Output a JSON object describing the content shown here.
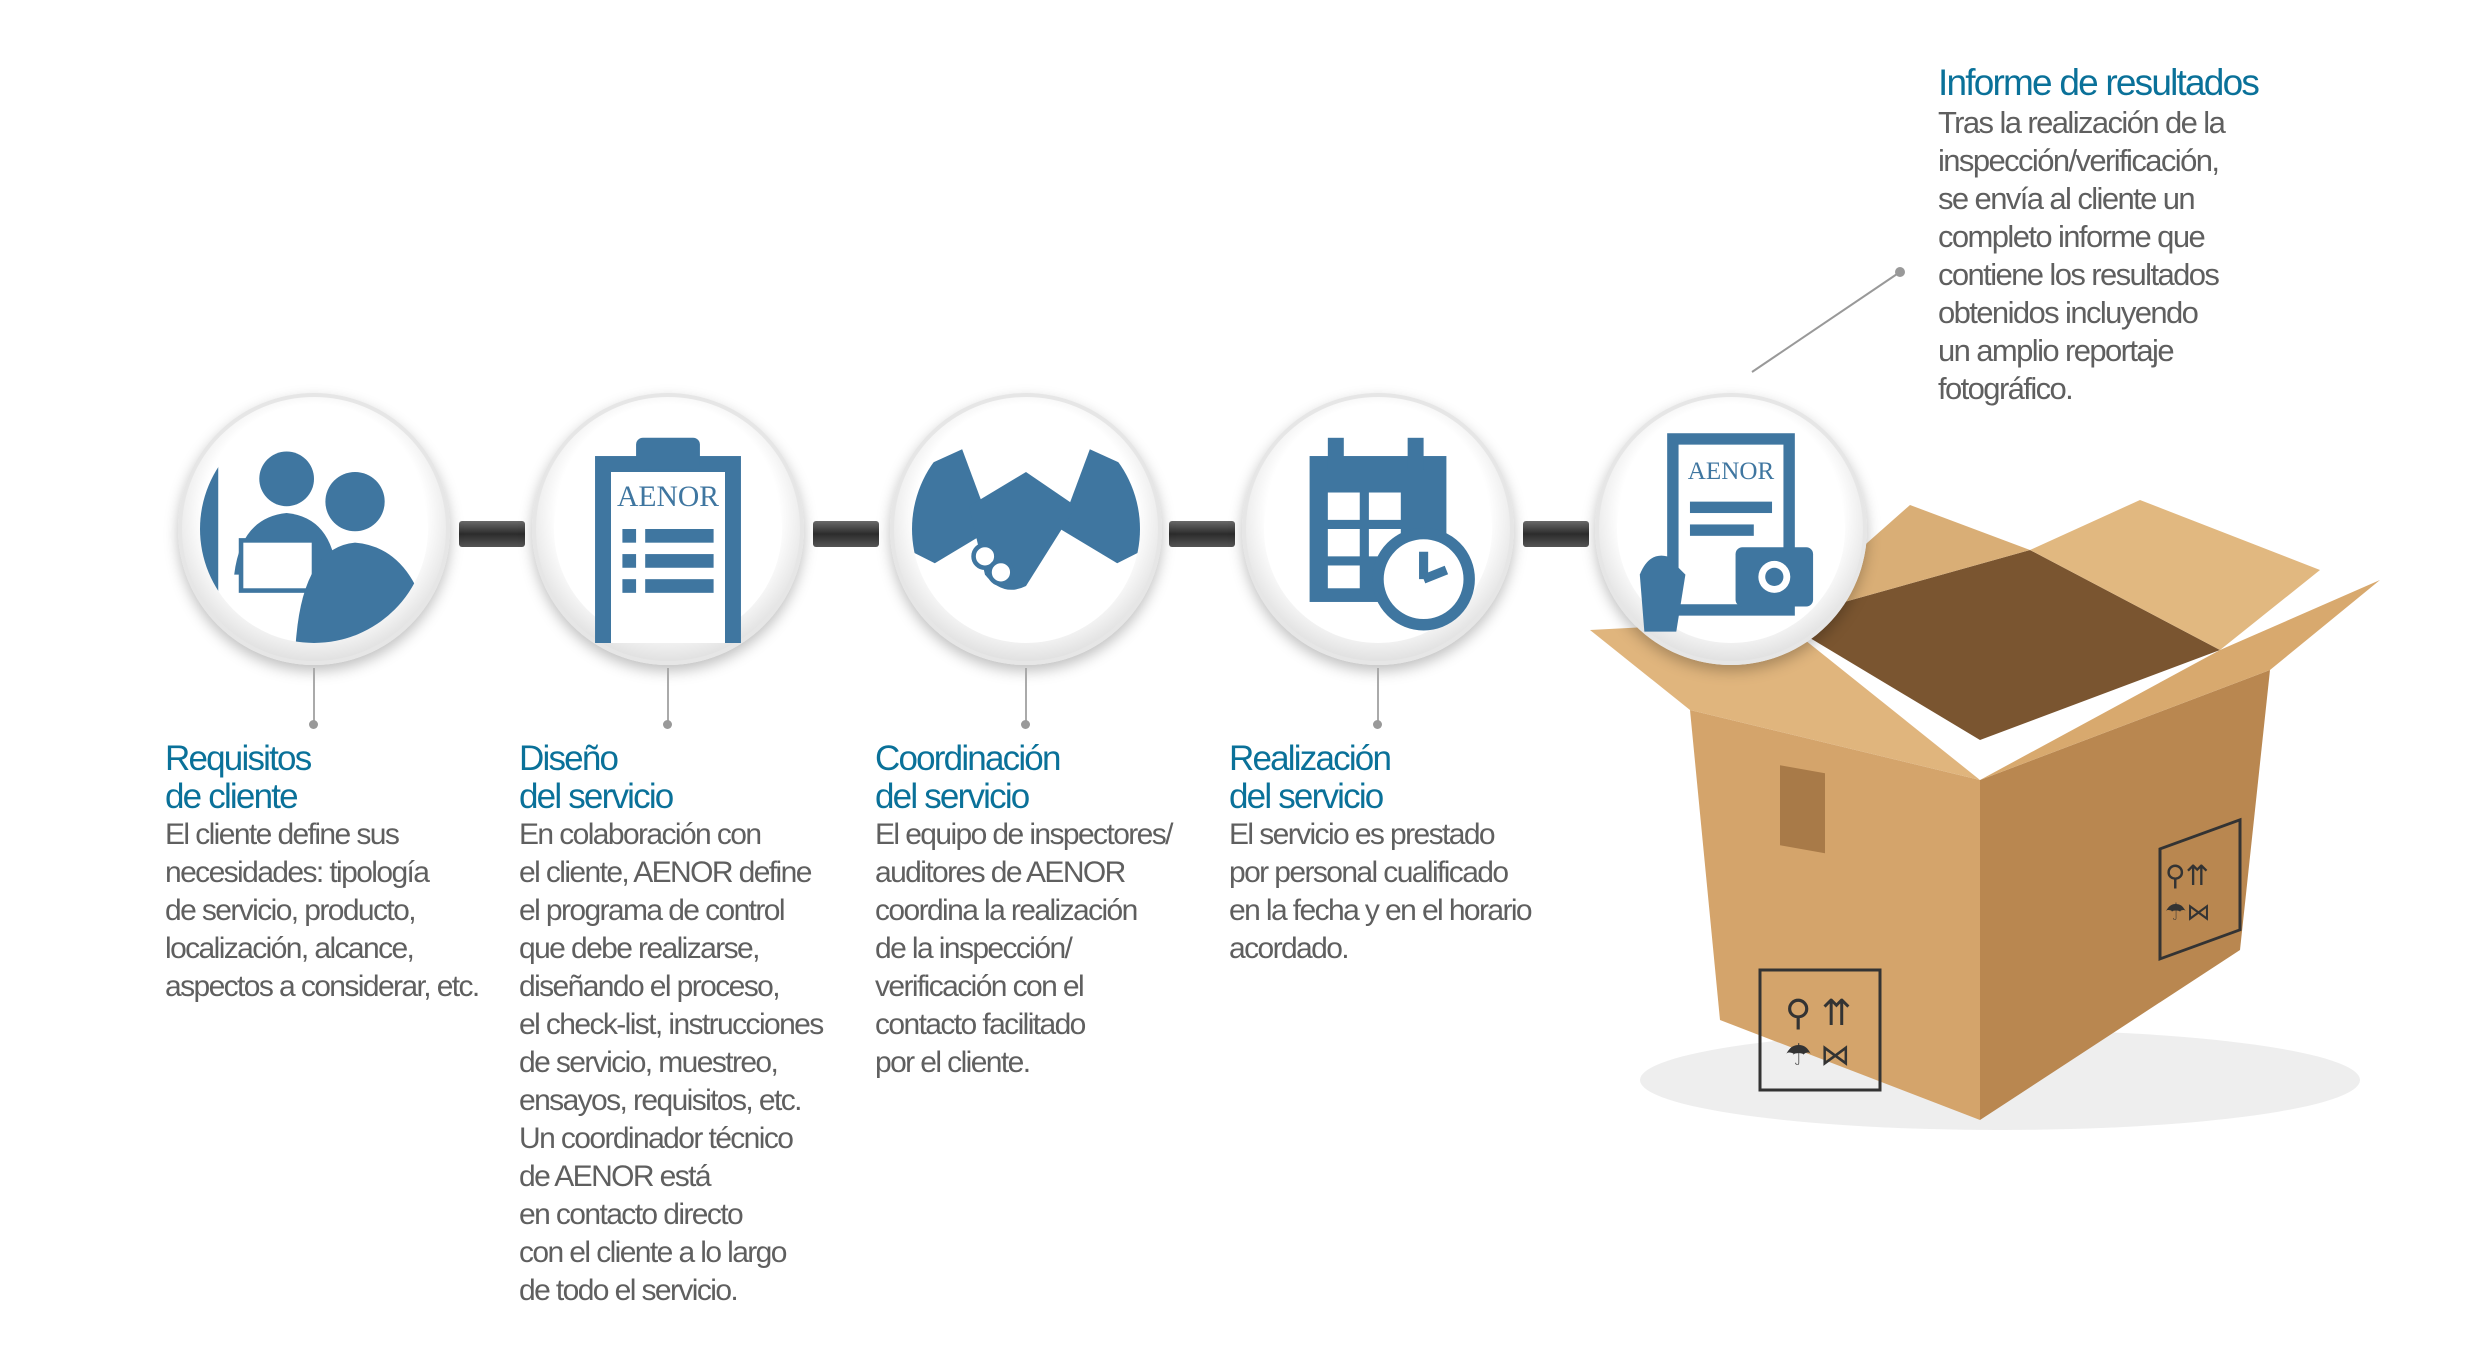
{
  "steps": [
    {
      "title1": "Requisitos",
      "title2": "de cliente",
      "body": "El cliente define sus\nnecesidades: tipología\nde servicio, producto,\nlocalización, alcance,\naspectos a considerar, etc.",
      "icon": "people-icon"
    },
    {
      "title1": "Diseño",
      "title2": "del servicio",
      "body": "En colaboración  con\nel cliente, AENOR define\nel programa de control\nque debe realizarse,\ndiseñando el proceso,\nel check-list, instrucciones\nde servicio, muestreo,\nensayos, requisitos, etc.\nUn coordinador técnico\nde AENOR está\nen contacto directo\ncon el cliente a lo largo\nde todo el servicio.",
      "icon": "clipboard-icon",
      "icon_label": "AENOR"
    },
    {
      "title1": "Coordinación",
      "title2": "del servicio",
      "body": "El equipo de inspectores/\nauditores de AENOR\ncoordina la realización\nde la inspección/\nverificación con el\ncontacto facilitado\npor el cliente.",
      "icon": "handshake-icon"
    },
    {
      "title1": "Realización",
      "title2": "del servicio",
      "body": "El servicio es prestado\npor personal cualificado\nen la fecha y en el horario\nacordado.",
      "icon": "calendar-clock-icon"
    }
  ],
  "final": {
    "title": "Informe de resultados",
    "body": "Tras la realización de la\ninspección/verificación,\nse envía al cliente un\ncompleto informe que\ncontiene los resultados\nobtenidos incluyendo\nun amplio reportaje\nfotográfico.",
    "icon": "report-camera-icon",
    "icon_label": "AENOR"
  },
  "colors": {
    "accent": "#0a7199",
    "icon": "#3f76a0",
    "text": "#5f5f5f",
    "box": "#c99a62"
  }
}
